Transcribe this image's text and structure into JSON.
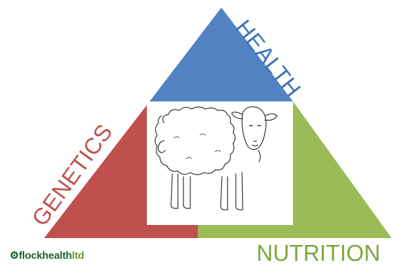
{
  "labels": {
    "health": "HEALTH",
    "genetics": "GENETICS",
    "nutrition": "NUTRITION"
  },
  "logo": {
    "mark": "⚙",
    "name": "flockhealth",
    "suffix": "ltd"
  },
  "colors": {
    "health": "#5282c2",
    "genetics": "#c0504d",
    "nutrition": "#9bbb59",
    "health_text": "#3f73b8",
    "genetics_text": "#c0504d",
    "nutrition_text": "#7fa640",
    "logo_dark": "#1f5f2b",
    "logo_light": "#6a9a36"
  },
  "illustration": "sheep-drawing"
}
